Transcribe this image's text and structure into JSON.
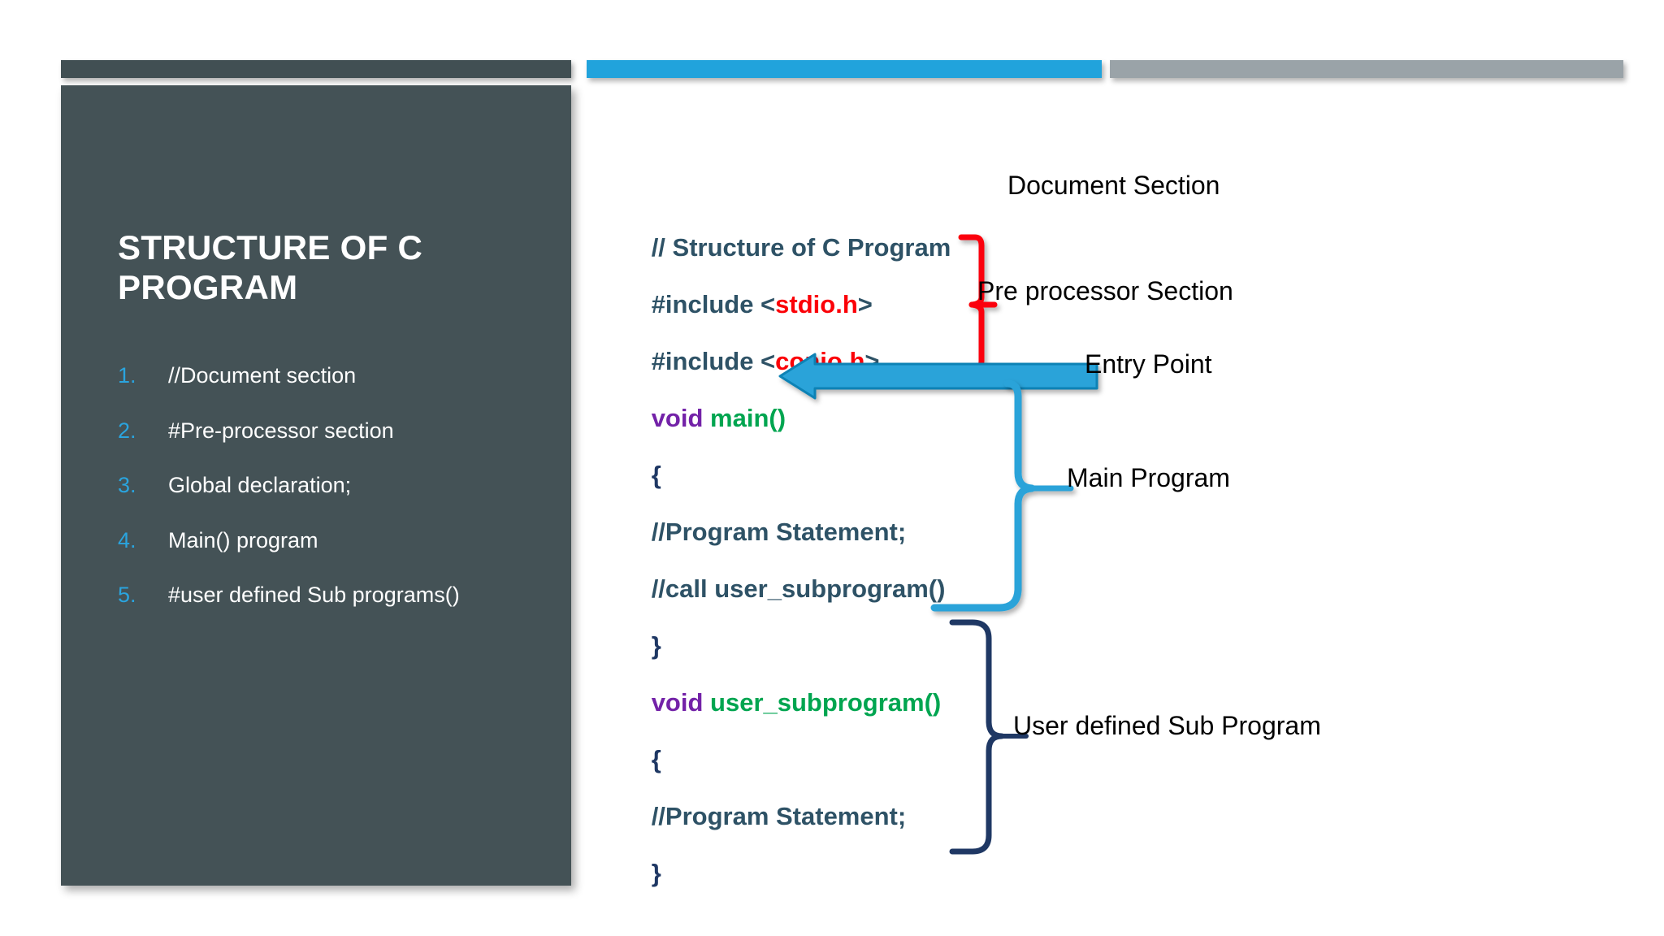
{
  "slide": {
    "background_color": "#ffffff",
    "accent_dark": "#445256",
    "accent_blue": "#21a3dc",
    "accent_gray": "#9aa3a8"
  },
  "topbars": [
    {
      "name": "dark",
      "color": "#414f53"
    },
    {
      "name": "blue",
      "color": "#21a3dc"
    },
    {
      "name": "gray",
      "color": "#9aa3a8"
    }
  ],
  "panel": {
    "title": "STRUCTURE OF C PROGRAM",
    "items": [
      {
        "number": "1.",
        "text": "//Document section"
      },
      {
        "number": "2.",
        "text": "#Pre-processor section"
      },
      {
        "number": "3.",
        "text": "Global declaration;"
      },
      {
        "number": "4.",
        "text": "Main() program"
      },
      {
        "number": "5.",
        "text": "#user defined Sub programs()"
      }
    ]
  },
  "code": {
    "lines": [
      {
        "id": "comment-title",
        "plain": "// Structure of C Program"
      },
      {
        "id": "include-stdio",
        "pre": "#include <",
        "header": "stdio.h",
        "post": ">"
      },
      {
        "id": "include-conio",
        "pre": "#include <",
        "header": "conio.h",
        "post": ">"
      },
      {
        "id": "void-main",
        "keyword": "void ",
        "fn": "main()"
      },
      {
        "id": "open-brace-main",
        "brace": "{"
      },
      {
        "id": "main-statement",
        "plain": "//Program Statement;"
      },
      {
        "id": "call-subprogram",
        "plain": "//call user_subprogram()"
      },
      {
        "id": "close-brace-main",
        "brace": "}"
      },
      {
        "id": "void-subprogram",
        "keyword": "void ",
        "fn": "user_subprogram()"
      },
      {
        "id": "open-brace-sub",
        "brace": "{"
      },
      {
        "id": "sub-statement",
        "plain": "//Program Statement;"
      },
      {
        "id": "close-brace-sub",
        "brace": "}"
      }
    ],
    "colors": {
      "text": "#2e5266",
      "keyword": "#7322a8",
      "function": "#00a550",
      "header": "#fb0007",
      "brace": "#1f3864"
    }
  },
  "annotations": [
    {
      "id": "document-section",
      "label": "Document Section",
      "marker": "none"
    },
    {
      "id": "pre-processor-section",
      "label": "Pre processor Section",
      "marker": "brace",
      "marker_color": "#fb0007"
    },
    {
      "id": "entry-point",
      "label": "Entry Point",
      "marker": "arrow",
      "marker_color": "#2196c9"
    },
    {
      "id": "main-program",
      "label": "Main Program",
      "marker": "brace",
      "marker_color": "#29a3d9"
    },
    {
      "id": "user-defined-sub-program",
      "label": "User defined Sub Program",
      "marker": "brace",
      "marker_color": "#1f3864"
    }
  ]
}
